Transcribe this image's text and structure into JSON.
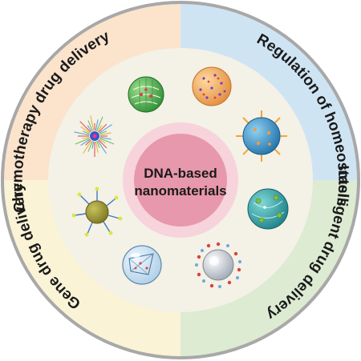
{
  "center": {
    "line1": "DNA-based",
    "line2": "nanomaterials"
  },
  "segments": [
    {
      "id": "chemo",
      "label": "Chemotherapy drug delivery",
      "color": "#fbe3cc"
    },
    {
      "id": "homeostasis",
      "label": "Regulation of homeostasis",
      "color": "#cfe4f3"
    },
    {
      "id": "intelligent",
      "label": "Intelligent drug delivery",
      "color": "#dcebd2"
    },
    {
      "id": "gene",
      "label": "Gene drug delivery",
      "color": "#fbf3d6"
    }
  ],
  "colors": {
    "outer_border": "#a8a8a8",
    "inner_ring": "#f4f1e6",
    "center_halo": "#f7d3dc",
    "center_disc": "#e898ac"
  },
  "nanoparticles": [
    {
      "id": "np-green-cage",
      "icon": "green-mesh-sphere-icon"
    },
    {
      "id": "np-orange-sphere",
      "icon": "orange-dotted-sphere-icon"
    },
    {
      "id": "np-blue-spiky",
      "icon": "blue-spiky-sphere-icon"
    },
    {
      "id": "np-teal-sphere",
      "icon": "teal-sphere-icon"
    },
    {
      "id": "np-silver-sphere",
      "icon": "silver-decorated-sphere-icon"
    },
    {
      "id": "np-glass-sphere",
      "icon": "glass-sphere-icon"
    },
    {
      "id": "np-gold-star",
      "icon": "gold-star-particle-icon"
    },
    {
      "id": "np-radial-burst",
      "icon": "radial-burst-icon"
    }
  ]
}
